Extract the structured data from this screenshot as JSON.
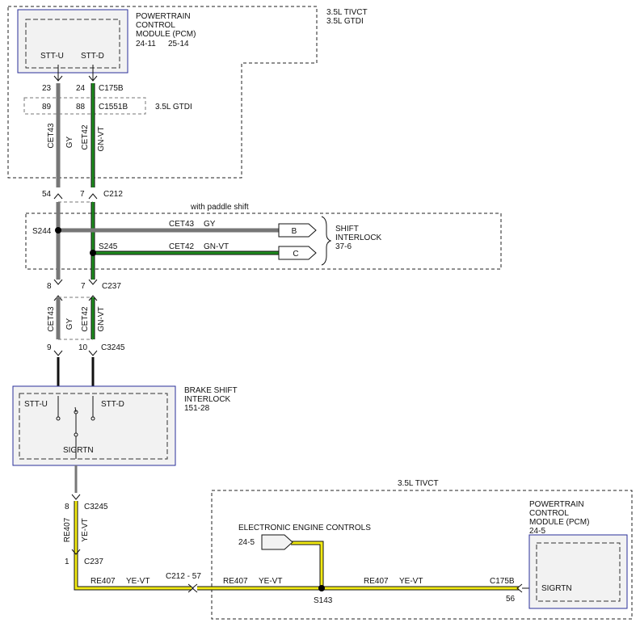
{
  "pcm_top": {
    "title_lines": [
      "POWERTRAIN",
      "CONTROL",
      "MODULE (PCM)"
    ],
    "ref1": "24-11",
    "ref2": "25-14",
    "pin_left": "STT-U",
    "pin_right": "STT-D",
    "variant_lines": [
      "3.5L TIVCT",
      "3.5L GTDI"
    ]
  },
  "connectors": {
    "c175b": {
      "name": "C175B",
      "pin_left": "23",
      "pin_right": "24"
    },
    "c1551b": {
      "name": "C1551B",
      "pin_left": "89",
      "pin_right": "88",
      "note": "3.5L GTDI"
    },
    "c212": {
      "name": "C212",
      "pin_left": "54",
      "pin_right": "7"
    },
    "c237": {
      "name": "C237",
      "pin_left": "8",
      "pin_right": "7"
    },
    "c3245": {
      "name": "C3245",
      "pin_left": "9",
      "pin_right": "10"
    },
    "c3245_b": {
      "name": "C3245",
      "pin": "8"
    },
    "c237_b": {
      "name": "C237",
      "pin": "1"
    },
    "c212_b": {
      "label": "C212 - 57"
    },
    "c175b_b": {
      "name": "C175B",
      "pin": "56"
    }
  },
  "wires": {
    "cet43": {
      "circuit": "CET43",
      "color": "GY",
      "hex": "#808080"
    },
    "cet42": {
      "circuit": "CET42",
      "color": "GN-VT",
      "hex": "#1e8c1e"
    },
    "re407": {
      "circuit": "RE407",
      "color": "YE-VT",
      "hex": "#f2ea12"
    }
  },
  "paddle": {
    "label": "with paddle shift",
    "splice_left": "S244",
    "splice_right": "S245",
    "arrow_b": "B",
    "arrow_c": "C",
    "dest_lines": [
      "SHIFT",
      "INTERLOCK",
      "37-6"
    ]
  },
  "brake": {
    "title_lines": [
      "BRAKE SHIFT",
      "INTERLOCK",
      "151-28"
    ],
    "pin_left": "STT-U",
    "pin_right": "STT-D",
    "pin_bottom": "SIGRTN"
  },
  "bottom": {
    "variant": "3.5L TIVCT",
    "eec_label": "ELECTRONIC ENGINE CONTROLS",
    "eec_ref": "24-5",
    "splice": "S143",
    "pcm_title_lines": [
      "POWERTRAIN",
      "CONTROL",
      "MODULE (PCM)"
    ],
    "pcm_ref": "24-5",
    "pcm_pin": "SIGRTN"
  }
}
